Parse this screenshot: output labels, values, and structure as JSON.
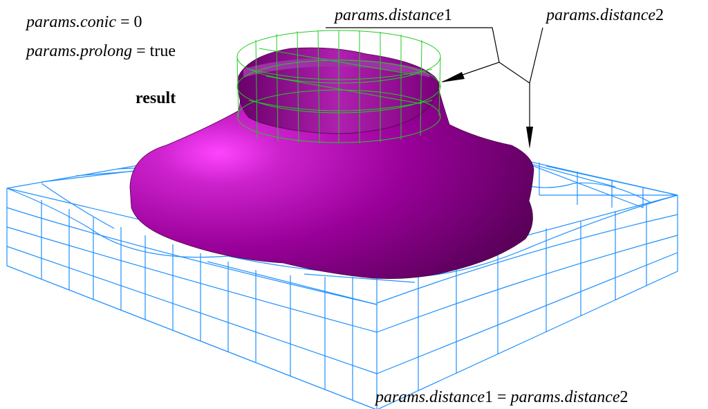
{
  "labels": {
    "conic_name": "params.conic",
    "conic_value": "= 0",
    "prolong_name": "params.prolong",
    "prolong_value": "= true",
    "result": "result",
    "distance1_name": "params.distance",
    "distance1_index": "1",
    "distance2_name": "params.distance",
    "distance2_index": "2",
    "equation_left_name": "params.distance",
    "equation_left_index": "1",
    "equation_eq": "=",
    "equation_right_name": "params.distance",
    "equation_right_index": "2"
  },
  "colors": {
    "wireframe": "#1e90ff",
    "tool_wireframe": "#22cc22",
    "surface": "#990099",
    "surface_highlight": "#ff33ff",
    "leader": "#000000"
  }
}
